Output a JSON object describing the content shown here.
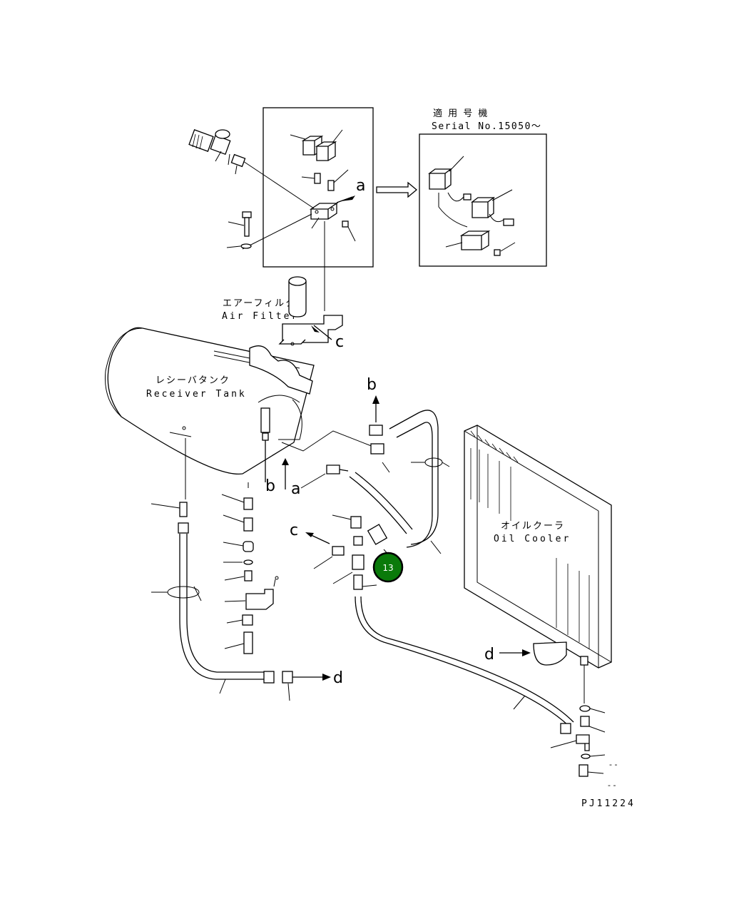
{
  "labels": {
    "applicable_models_jp": "適 用 号 機",
    "serial": "Serial No.15050～",
    "air_filter_jp": "エアーフィルタ",
    "air_filter_en": "Air Filter",
    "receiver_tank_jp": "レシーバタンク",
    "receiver_tank_en": "Receiver Tank",
    "oil_cooler_jp": "オイルクーラ",
    "oil_cooler_en": "Oil Cooler",
    "drawing_code": "PJ11224"
  },
  "callouts": {
    "a": "a",
    "b": "b",
    "c": "c",
    "d": "d",
    "small_marks": "- -"
  },
  "highlight": {
    "number": "13",
    "color": "#0a7a0a",
    "ring_color": "#000000",
    "text_color": "#ffffff"
  }
}
